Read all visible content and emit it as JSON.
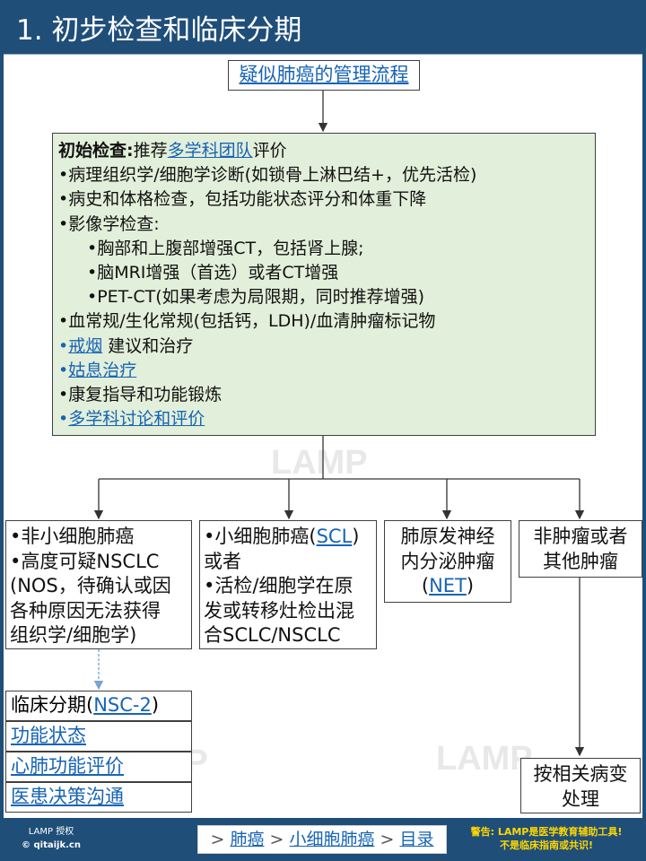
{
  "header": {
    "title": "1. 初步检查和临床分期"
  },
  "watermark": "LAMP",
  "top_box": {
    "label": "疑似肺癌的管理流程"
  },
  "main_box": {
    "l1_bold": "初始检查:",
    "l1_pre": "推荐",
    "l1_link": "多学科团队",
    "l1_post": "评价",
    "l2": "•病理组织学/细胞学诊断(如锁骨上淋巴结+，优先活检)",
    "l3": "•病史和体格检查，包括功能状态评分和体重下降",
    "l4": "•影像学检查:",
    "l5": "•胸部和上腹部增强CT，包括肾上腺;",
    "l6": "•脑MRI增强（首选）或者CT增强",
    "l7": "•PET-CT(如果考虑为局限期，同时推荐增强)",
    "l8": "•血常规/生化常规(包括钙，LDH)/血清肿瘤标记物",
    "bullet": "•",
    "l9_link": "戒烟",
    "l9_post": " 建议和治疗",
    "l10_link": "姑息治疗",
    "l11": "•康复指导和功能锻炼",
    "l12_link": "多学科讨论和评价"
  },
  "branch1": {
    "l1": "•非小细胞肺癌",
    "l2": "•高度可疑NSCLC",
    "l3": "(NOS，待确认或因",
    "l4": "各种原因无法获得",
    "l5": "组织学/细胞学)"
  },
  "branch2": {
    "l1_pre": "•小细胞肺癌(",
    "l1_link": "SCL",
    "l1_post": ")",
    "l2": "或者",
    "l3": "•活检/细胞学在原",
    "l4": "发或转移灶检出混",
    "l5": "合SCLC/NSCLC"
  },
  "branch3": {
    "l1": "肺原发神经",
    "l2": "内分泌肿瘤",
    "l3_pre": "(",
    "l3_link": "NET",
    "l3_post": ")"
  },
  "branch4": {
    "l1": "非肿瘤或者",
    "l2": "其他肿瘤"
  },
  "branch4_result": {
    "l1": "按相关病变",
    "l2": "处理"
  },
  "stack": {
    "i1_pre": "临床分期(",
    "i1_link": "NSC-2",
    "i1_post": ")",
    "i2": "功能状态",
    "i3": "心肺功能评价",
    "i4": "医患决策沟通"
  },
  "footer": {
    "logo_l1": "LAMP 授权",
    "logo_l2": "© qitaijk.cn",
    "nav_sep": ">",
    "nav_1": "肺癌",
    "nav_2": "小细胞肺癌",
    "nav_3": "目录",
    "warn_l1": "警告: LAMP是医学教育辅助工具!",
    "warn_l2": "不是临床指南或共识!"
  },
  "colors": {
    "header_bg": "#1f4e79",
    "green_box": "#e2efda",
    "link": "#1764b5"
  }
}
